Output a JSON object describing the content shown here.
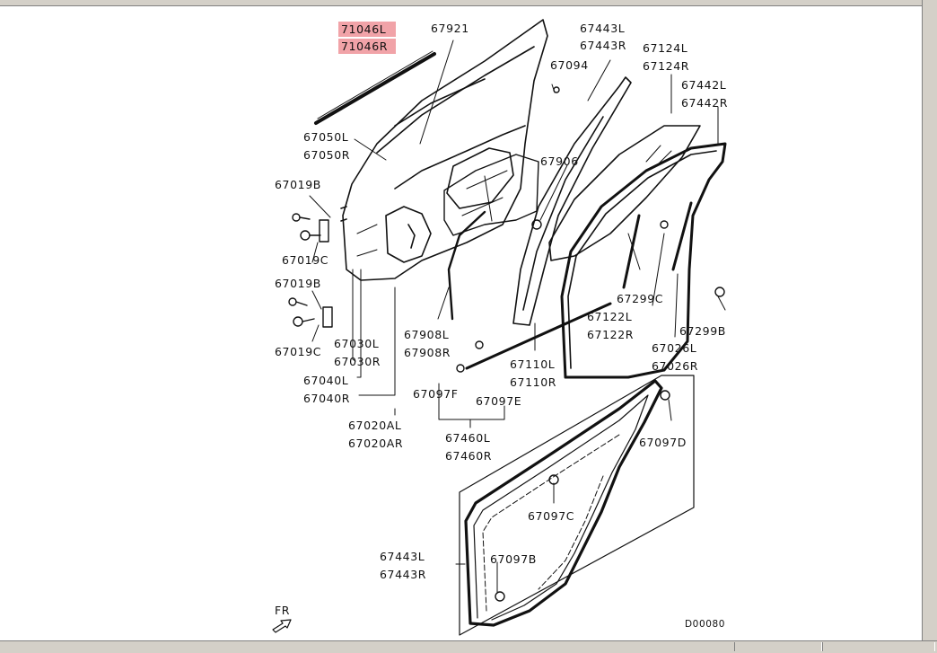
{
  "figure_code": "D00080",
  "direction_label": "FR",
  "highlight_color": "#f1a3a8",
  "callouts": {
    "p71046": [
      "71046L",
      "71046R"
    ],
    "p67921": [
      "67921"
    ],
    "p67443a": [
      "67443L",
      "67443R"
    ],
    "p67094": [
      "67094"
    ],
    "p67124": [
      "67124L",
      "67124R"
    ],
    "p67442": [
      "67442L",
      "67442R"
    ],
    "p67050": [
      "67050L",
      "67050R"
    ],
    "p67019b_top": [
      "67019B"
    ],
    "p67019c_top": [
      "67019C"
    ],
    "p67019b_bot": [
      "67019B"
    ],
    "p67019c_bot": [
      "67019C"
    ],
    "p67906": [
      "67906"
    ],
    "p67030": [
      "67030L",
      "67030R"
    ],
    "p67040": [
      "67040L",
      "67040R"
    ],
    "p67020": [
      "67020AL",
      "67020AR"
    ],
    "p67908": [
      "67908L",
      "67908R"
    ],
    "p67299c": [
      "67299C"
    ],
    "p67122": [
      "67122L",
      "67122R"
    ],
    "p67299b": [
      "67299B"
    ],
    "p67026": [
      "67026L",
      "67026R"
    ],
    "p67110": [
      "67110L",
      "67110R"
    ],
    "p67097f": [
      "67097F"
    ],
    "p67097e": [
      "67097E"
    ],
    "p67460": [
      "67460L",
      "67460R"
    ],
    "p67097d": [
      "67097D"
    ],
    "p67097c": [
      "67097C"
    ],
    "p67443b": [
      "67443L",
      "67443R"
    ],
    "p67097b": [
      "67097B"
    ]
  }
}
